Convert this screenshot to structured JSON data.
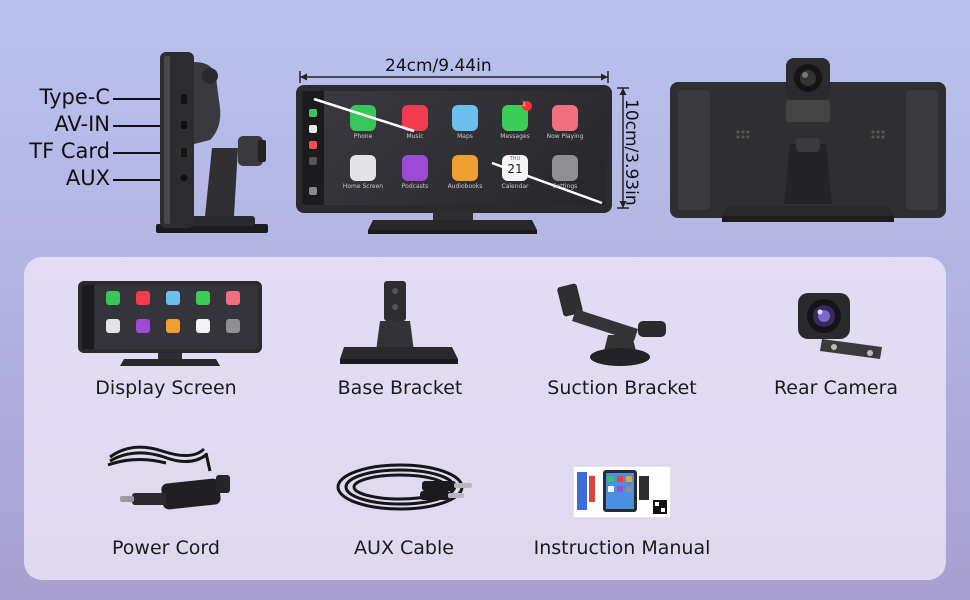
{
  "ports": [
    "Type-C",
    "AV-IN",
    "TF Card",
    "AUX"
  ],
  "dimensions": {
    "width": "24cm/9.44in",
    "height": "10cm/3.93in"
  },
  "screen_apps": [
    "Phone",
    "Music",
    "Maps",
    "Messages",
    "Now Playing",
    "Home Screen",
    "Podcasts",
    "Audiobooks",
    "Calendar",
    "Settings"
  ],
  "calendar": {
    "day": "THU",
    "date": "21"
  },
  "messages_badge": "1",
  "package_items": [
    {
      "label": "Display Screen",
      "icon": "display-screen-icon"
    },
    {
      "label": "Base Bracket",
      "icon": "base-bracket-icon"
    },
    {
      "label": "Suction Bracket",
      "icon": "suction-bracket-icon"
    },
    {
      "label": "Rear Camera",
      "icon": "rear-camera-icon"
    },
    {
      "label": "Power Cord",
      "icon": "power-cord-icon"
    },
    {
      "label": "AUX Cable",
      "icon": "aux-cable-icon"
    },
    {
      "label": "Instruction Manual",
      "icon": "instruction-manual-icon"
    }
  ],
  "colors": {
    "background_top": "#b9c1ef",
    "background_bottom": "#a8a0cf",
    "panel": "#eee8f8",
    "device": "#2b2b2e"
  }
}
